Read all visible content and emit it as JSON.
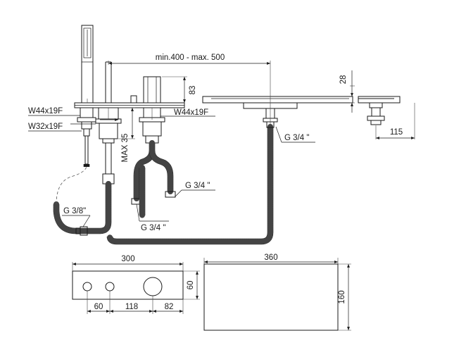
{
  "dimensions": {
    "spacing": "min.400 - max. 500",
    "height_83": "83",
    "height_28": "28",
    "max_35": "MAX 35",
    "width_115": "115",
    "top_width_300": "300",
    "top_width_360": "360",
    "depth_60": "60",
    "depth_160": "160",
    "hole_60": "60",
    "hole_118": "118",
    "hole_82": "82"
  },
  "threads": {
    "w44_left": "W44x19F",
    "w32_left": "W32x19F",
    "w44_right": "W44x19F",
    "g34_spout": "G 3/4 \"",
    "g34_valve_right": "G 3/4 \"",
    "g34_valve_bottom": "G 3/4 \"",
    "g38_shower": "G 3/8\""
  }
}
